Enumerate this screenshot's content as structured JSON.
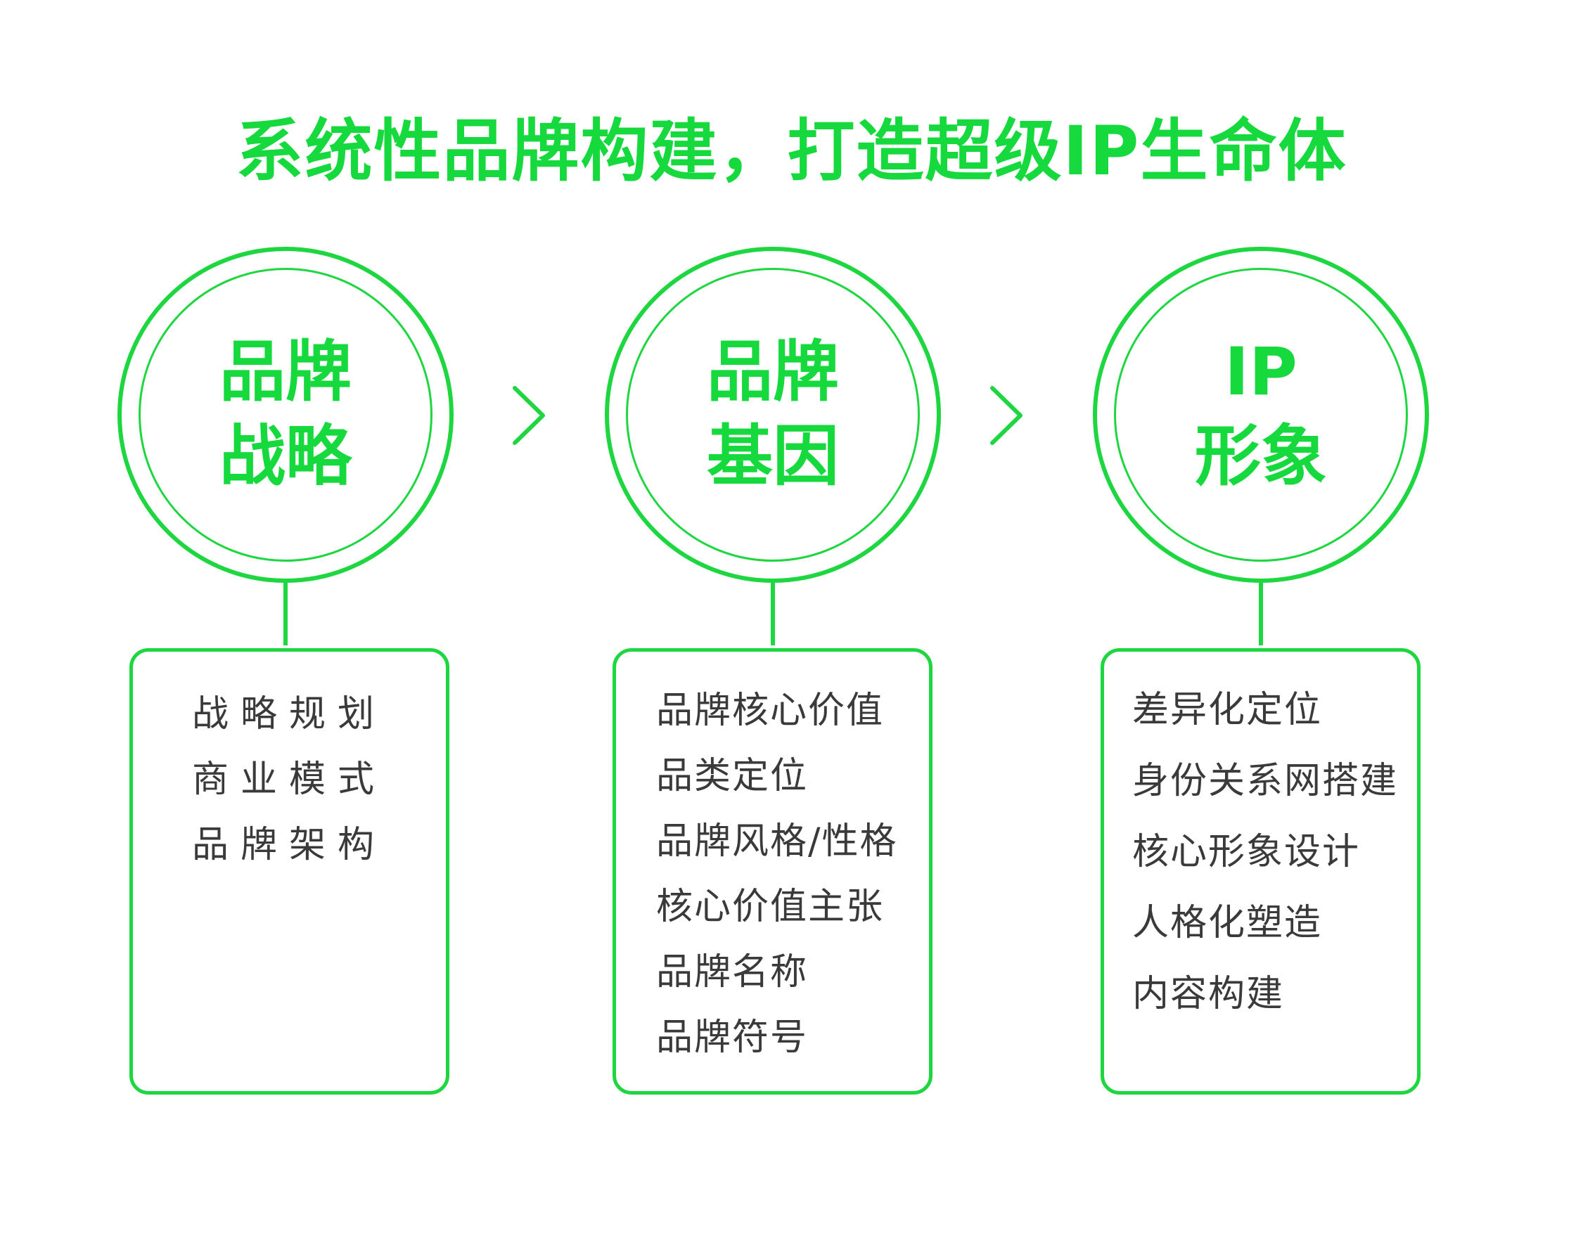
{
  "title": "系统性品牌构建，打造超级IP生命体",
  "steps": [
    {
      "line1": "品牌",
      "line2": "战略",
      "items": [
        "战略规划",
        "商业模式",
        "品牌架构"
      ]
    },
    {
      "line1": "品牌",
      "line2": "基因",
      "items": [
        "品牌核心价值",
        "品类定位",
        "品牌风格/性格",
        "核心价值主张",
        "品牌名称",
        "品牌符号"
      ]
    },
    {
      "line1": "IP",
      "line2": "形象",
      "items": [
        "差异化定位",
        "身份关系网搭建",
        "核心形象设计",
        "人格化塑造",
        "内容构建"
      ]
    }
  ],
  "colors": {
    "accent": "#1ed640",
    "text": "#3a3a3a",
    "background": "#ffffff"
  },
  "icons": {
    "arrow": "chevron-right-icon"
  }
}
